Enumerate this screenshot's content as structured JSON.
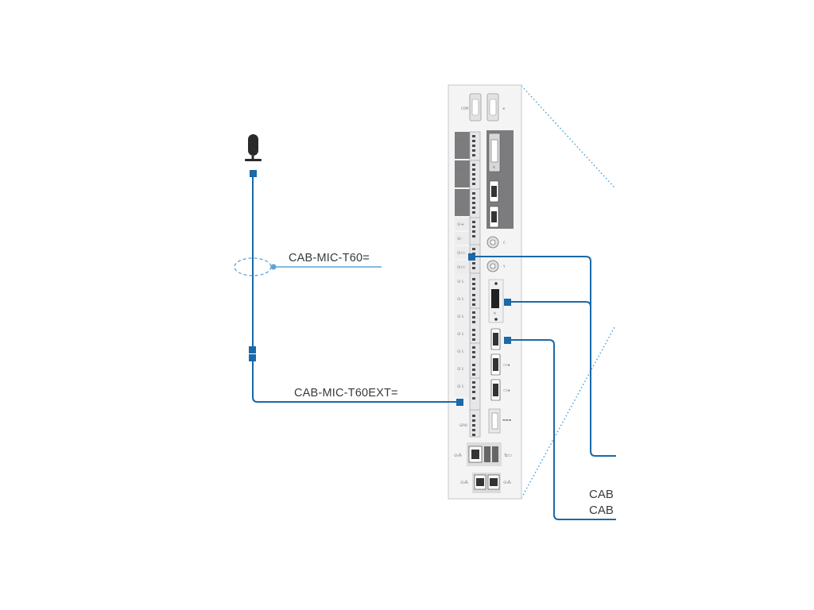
{
  "cables": {
    "mic_cable": "CAB-MIC-T60=",
    "mic_ext_cable": "CAB-MIC-T60EXT=",
    "cut_label_1": "CAB",
    "cut_label_2": "CAB"
  },
  "icons": {
    "microphone": "microphone-icon",
    "codec": "codec-rear-panel"
  },
  "colors": {
    "cable": "#1a69a8",
    "connector": "#1a69a8",
    "coupler": "#5da3d6",
    "zoom_lines": "#4aa2d8",
    "panel_bg": "#f4f4f5",
    "panel_border": "#c8c8c8",
    "port_group_bg": "#7c7c7e"
  },
  "panel_tiny_labels": {
    "gpio_left": "",
    "mic_label": "Mic"
  }
}
